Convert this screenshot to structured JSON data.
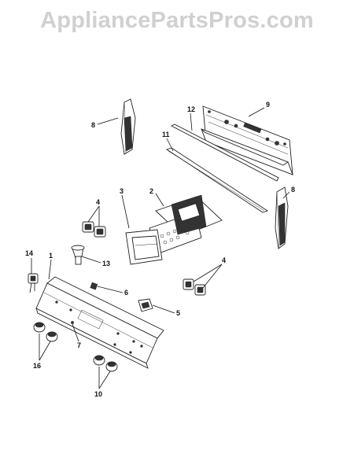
{
  "watermark": {
    "text": "AppliancePartsPros.com"
  },
  "callouts": {
    "c1": "1",
    "c2": "2",
    "c3": "3",
    "c4a": "4",
    "c4b": "4",
    "c5": "5",
    "c6": "6",
    "c7": "7",
    "c8a": "8",
    "c8b": "8",
    "c9": "9",
    "c10": "10",
    "c11": "11",
    "c12": "12",
    "c13": "13",
    "c14": "14",
    "c16": "16"
  }
}
